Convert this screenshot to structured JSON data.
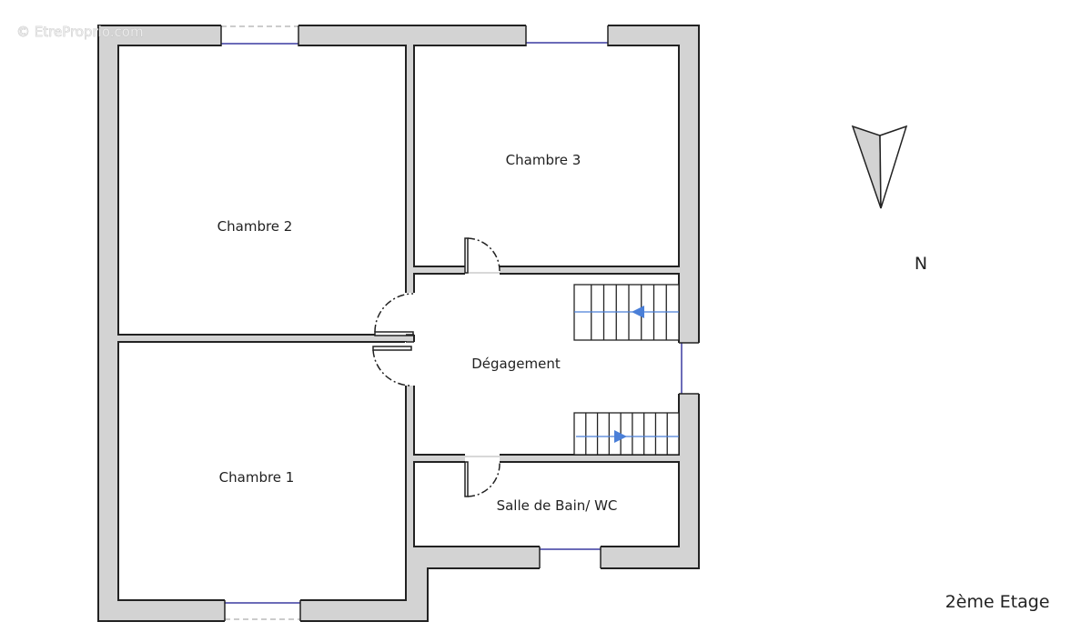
{
  "watermark": "© EtreProprio.com",
  "rooms": {
    "chambre2": "Chambre 2",
    "chambre3": "Chambre 3",
    "degagement": "Dégagement",
    "chambre1": "Chambre 1",
    "salle_de_bain": "Salle de Bain/ WC"
  },
  "compass": {
    "label": "N"
  },
  "floor_label": "2ème Etage",
  "colors": {
    "wall": "#d3d3d3",
    "outline": "#222222",
    "window": "#3a3aa0",
    "stair_arrow": "#4a7fd8"
  }
}
